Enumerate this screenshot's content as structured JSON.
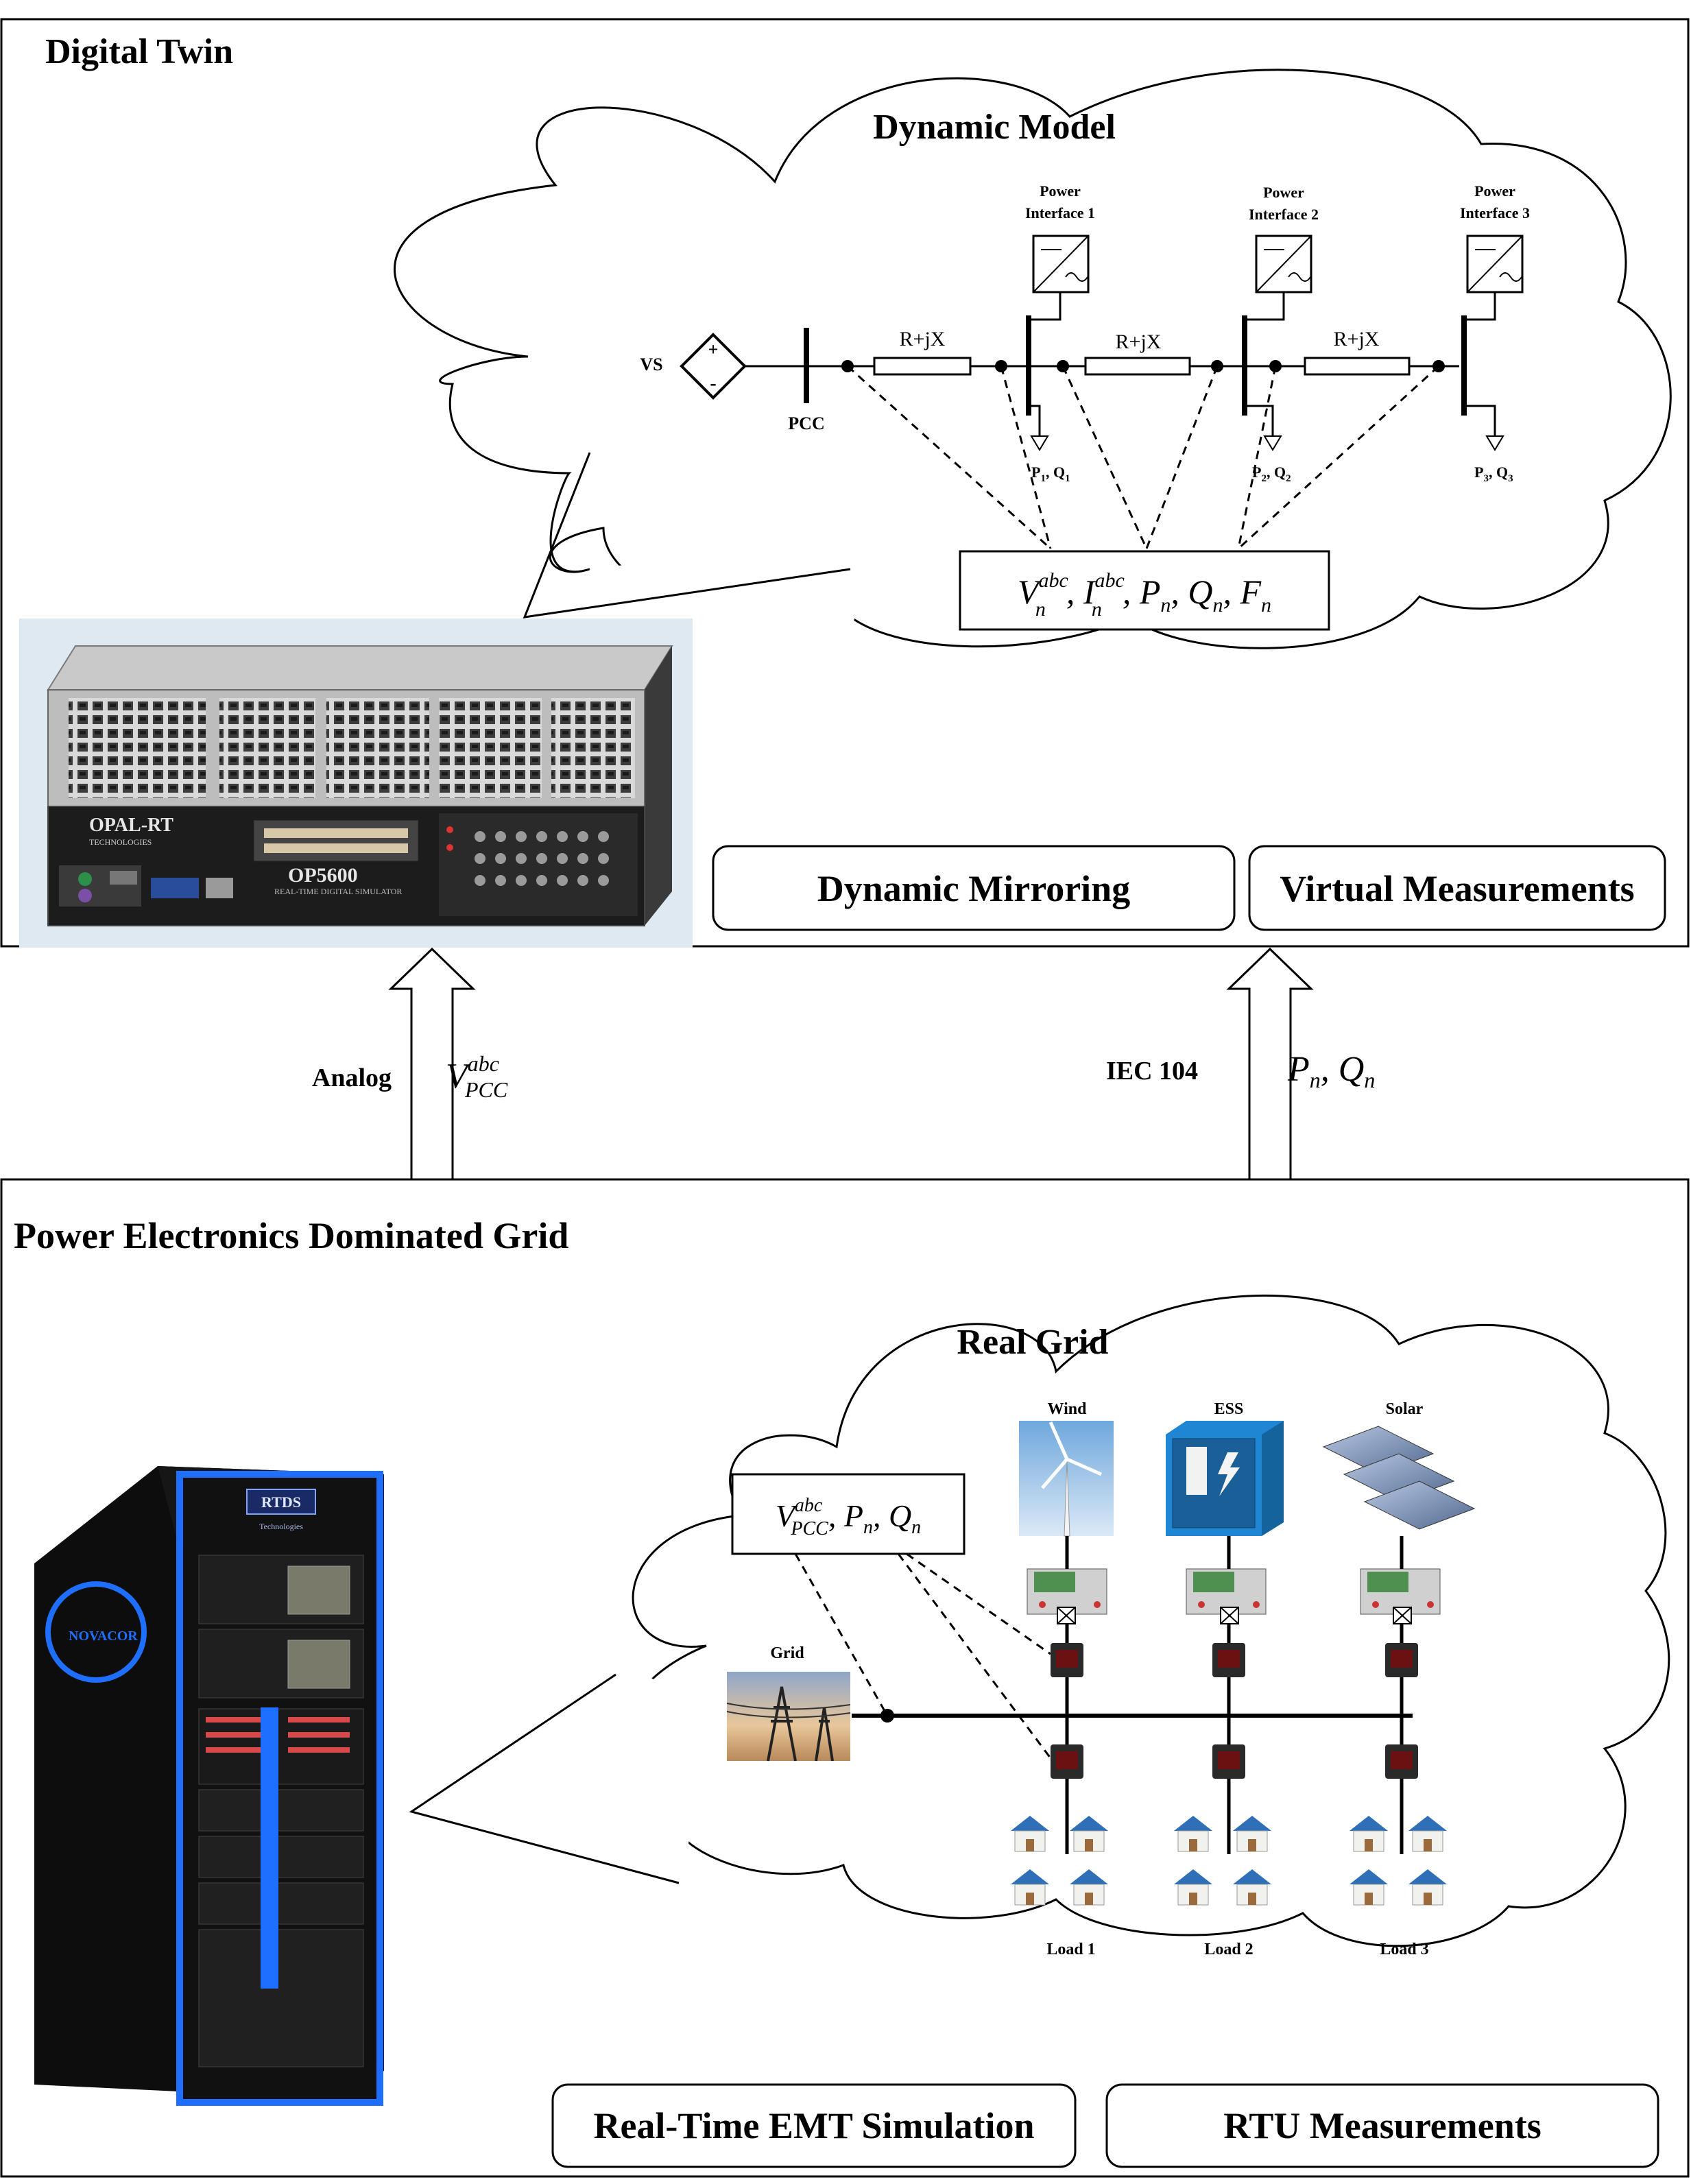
{
  "digital_twin": {
    "title": "Digital Twin",
    "cloud_title": "Dynamic Model",
    "source_label": "VS",
    "pcc_label": "PCC",
    "line_impedance": [
      "R+jX",
      "R+jX",
      "R+jX"
    ],
    "power_interfaces": [
      {
        "line1": "Power",
        "line2": "Interface 1",
        "load_p": "P",
        "load_q": "Q",
        "sub": "1"
      },
      {
        "line1": "Power",
        "line2": "Interface 2",
        "load_p": "P",
        "load_q": "Q",
        "sub": "2"
      },
      {
        "line1": "Power",
        "line2": "Interface 3",
        "load_p": "P",
        "load_q": "Q",
        "sub": "3"
      }
    ],
    "measurement_box": {
      "V": "V",
      "V_sub": "n",
      "V_sup": "abc",
      "I": "I",
      "I_sub": "n",
      "I_sup": "abc",
      "P": "P",
      "P_sub": "n",
      "Q": "Q",
      "Q_sub": "n",
      "F": "F",
      "F_sub": "n"
    },
    "device": {
      "brand": "OPAL-RT",
      "brand_sub": "TECHNOLOGIES",
      "model": "OP5600",
      "caption": "REAL-TIME DIGITAL SIMULATOR"
    },
    "buttons": [
      "Dynamic Mirroring",
      "Virtual Measurements"
    ]
  },
  "links": {
    "left": {
      "label": "Analog",
      "math_main": "V",
      "math_sup": "abc",
      "math_sub": "PCC"
    },
    "right": {
      "label": "IEC 104",
      "P": "P",
      "P_sub": "n",
      "Q": "Q",
      "Q_sub": "n"
    }
  },
  "grid": {
    "title": "Power Electronics Dominated Grid",
    "cloud_title": "Real Grid",
    "grid_label": "Grid",
    "sources": [
      "Wind",
      "ESS",
      "Solar"
    ],
    "loads": [
      "Load 1",
      "Load 2",
      "Load 3"
    ],
    "measurement_box": {
      "V": "V",
      "V_sup": "abc",
      "V_sub": "PCC",
      "P": "P",
      "P_sub": "n",
      "Q": "Q",
      "Q_sub": "n"
    },
    "rack": {
      "brand": "RTDS",
      "brand_sub": "Technologies",
      "badge": "NOVACOR"
    },
    "buttons": [
      "Real-Time EMT Simulation",
      "RTU Measurements"
    ]
  },
  "colors": {
    "rack_blue": "#1e6fff",
    "panel_line": "#000000",
    "sky": "#9ec7ea",
    "house_roof": "#2f6fb8",
    "ess_blue": "#1f86d4"
  }
}
